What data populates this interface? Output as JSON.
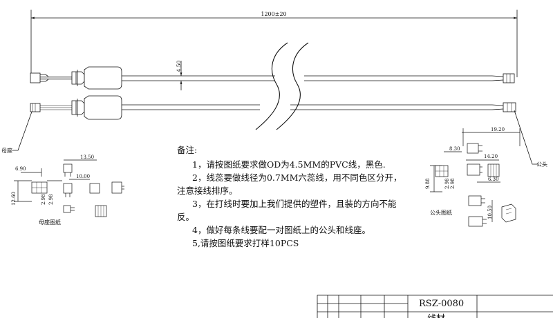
{
  "drawing": {
    "overall_length": "1200±20",
    "cable_od_dim": "4.50",
    "label_female": "母座",
    "label_male": "公头",
    "female_view_title": "母座图纸",
    "male_view_title": "公头图纸",
    "female_dims": {
      "d1": "13.50",
      "d2": "6.90",
      "d3": "10.00",
      "d4": "12.60",
      "d5": "2.98",
      "d6": "2.98"
    },
    "male_dims": {
      "d1": "19.20",
      "d2": "8.30",
      "d3": "14.20",
      "d4": "9.88",
      "d5": "2.98",
      "d6": "2.98",
      "d7": "6.30",
      "d8": "10.50"
    }
  },
  "notes": {
    "heading": "备注:",
    "items": [
      "1，请按图纸要求做OD为4.5MM的PVC线，黑色.",
      "2，线蕊要做线径为0.7MM六蕊线，用不同色区分开，注意接线排序。",
      "3，在打线时要加上我们提供的塑件，且装的方向不能反。",
      "4，做好每条线要配一对图纸上的公头和线座。",
      "5,请按图纸要求打样10PCS"
    ]
  },
  "title_block": {
    "part_no": "RSZ-0080",
    "name": "线材"
  }
}
